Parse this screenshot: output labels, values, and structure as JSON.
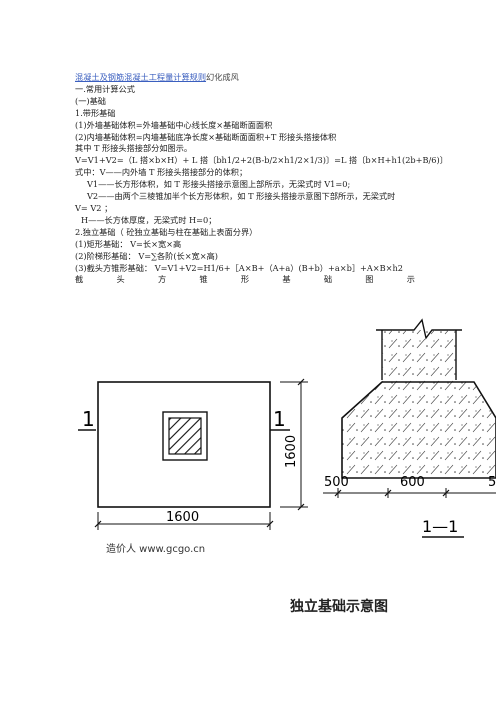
{
  "doc": {
    "title_link": "混凝土及钢筋混凝土工程量计算规则",
    "title_rest": "幻化成风",
    "lines": [
      "一.常用计算公式",
      "(一)基础",
      "1.带形基础",
      "(1)外墙基础体积=外墙基础中心线长度×基础断面面积",
      "(2)内墙基础体积=内墙基础底净长度×基础断面面积+T 形接头搭接体积",
      "其中 T 形接头搭接部分如图示。",
      "V=V1+V2=（L 搭×b×H）+ L 搭〔bh1/2+2(B-b/2×h1/2×1/3)〕=L 搭〔b×H+h1(2b+B/6)〕",
      "式中：V——内外墙 T 形接头搭接部分的体积；",
      "V1——长方形体积，如 T 形接头搭接示意图上部所示，无梁式时 V1=0;",
      "V2——由两个三棱锥加半个长方形体积，如  T  形接头搭接示意图下部所示，无梁式时",
      "V= V2 ；",
      "H——长方体厚度，无梁式时 H=0；",
      "2.独立基础（ 砼独立基础与柱在基础上表面分界）",
      "(1)矩形基础：   V=长×宽×高",
      "(2)阶梯形基础：   V=∑各阶(长×宽×高)",
      "(3)截头方锥形基础：   V=V1+V2=H1/6+［A×B+（A+a）(B+b）+a×b］+A×B×h2"
    ],
    "spread_chars": [
      "截",
      "头",
      "方",
      "锥",
      "形",
      "基",
      "础",
      "图",
      "示"
    ]
  },
  "figure": {
    "plan_labels": {
      "left_mark": "1",
      "right_mark": "1",
      "width_dim": "1600",
      "height_dim": "1600"
    },
    "section_labels": {
      "d1": "500",
      "d2": "600",
      "d3": "5"
    },
    "watermark": "造价人 www.gcgo.cn",
    "section_name": "1—1",
    "caption": "独立基础示意图"
  }
}
